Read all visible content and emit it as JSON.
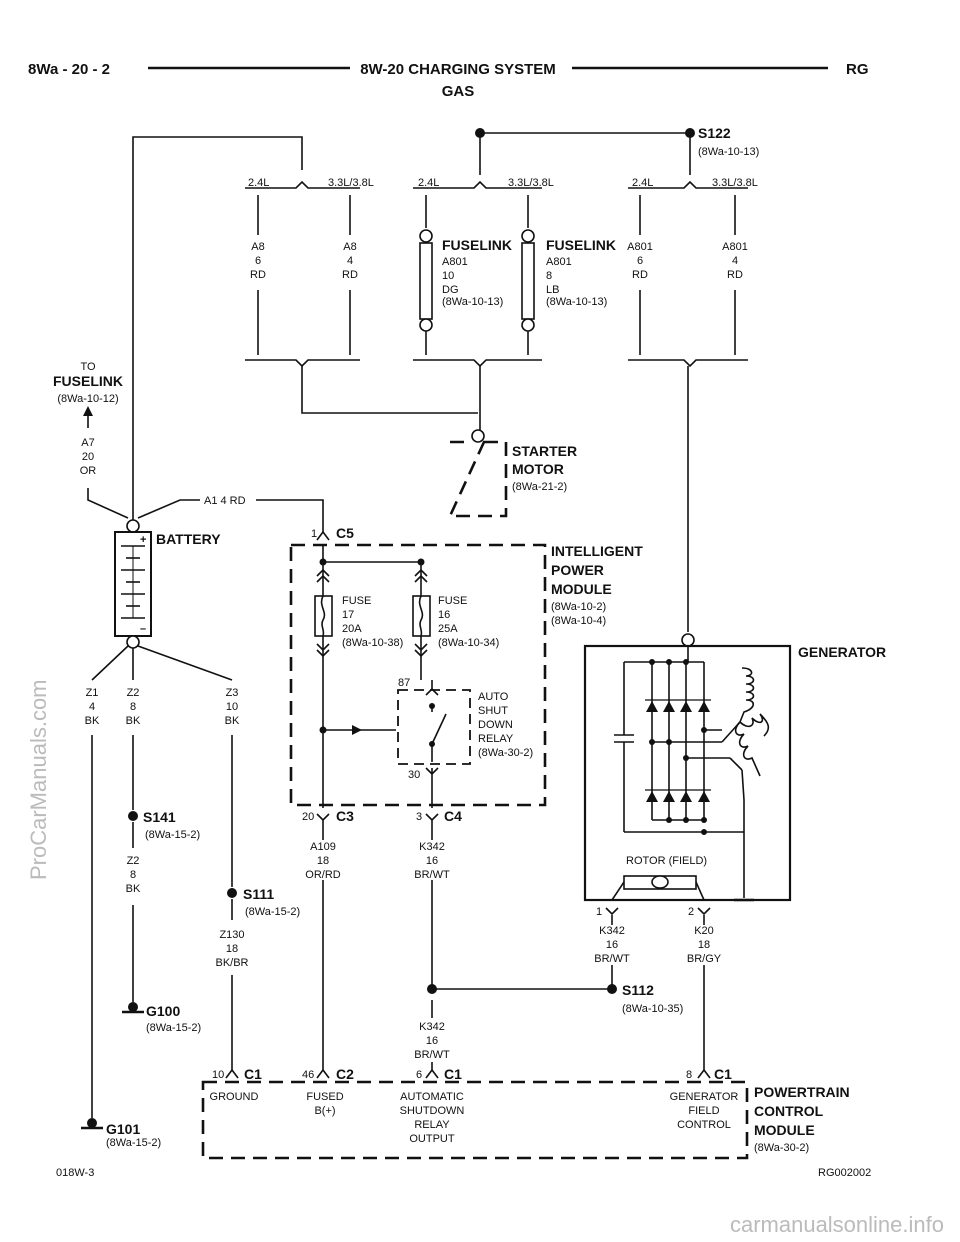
{
  "header": {
    "left": "8Wa - 20 - 2",
    "title": "8W-20 CHARGING SYSTEM",
    "subtitle": "GAS",
    "right": "RG"
  },
  "footer": {
    "left": "018W-3",
    "right": "RG002002"
  },
  "watermarks": {
    "side": "ProCarManuals.com",
    "bottom": "carmanualsonline.info"
  },
  "splices": {
    "s122": {
      "label": "S122",
      "ref": "(8Wa-10-13)"
    },
    "s141": {
      "label": "S141",
      "ref": "(8Wa-15-2)"
    },
    "s111": {
      "label": "S111",
      "ref": "(8Wa-15-2)"
    },
    "s112": {
      "label": "S112",
      "ref": "(8Wa-10-35)"
    }
  },
  "grounds": {
    "g100": {
      "label": "G100",
      "ref": "(8Wa-15-2)"
    },
    "g101": {
      "label": "G101",
      "ref": "(8Wa-15-2)"
    }
  },
  "engine_labels": {
    "l24": "2.4L",
    "l33": "3.3L/3.8L"
  },
  "wires": {
    "a8_6": [
      "A8",
      "6",
      "RD"
    ],
    "a8_4": [
      "A8",
      "4",
      "RD"
    ],
    "a801_10": [
      "A801",
      "10",
      "DG",
      "(8Wa-10-13)"
    ],
    "a801_8": [
      "A801",
      "8",
      "LB",
      "(8Wa-10-13)"
    ],
    "a801_6": [
      "A801",
      "6",
      "RD"
    ],
    "a801_4": [
      "A801",
      "4",
      "RD"
    ],
    "a7": [
      "A7",
      "20",
      "OR"
    ],
    "a1": "A1   4 RD",
    "z1": [
      "Z1",
      "4",
      "BK"
    ],
    "z2a": [
      "Z2",
      "8",
      "BK"
    ],
    "z3": [
      "Z3",
      "10",
      "BK"
    ],
    "z2b": [
      "Z2",
      "8",
      "BK"
    ],
    "z130": [
      "Z130",
      "18",
      "BK/BR"
    ],
    "a109": [
      "A109",
      "18",
      "OR/RD"
    ],
    "k342a": [
      "K342",
      "16",
      "BR/WT"
    ],
    "k342b": [
      "K342",
      "16",
      "BR/WT"
    ],
    "k342c": [
      "K342",
      "16",
      "BR/WT"
    ],
    "k20": [
      "K20",
      "18",
      "BR/GY"
    ]
  },
  "components": {
    "fuselink": "FUSELINK",
    "to_fuselink": {
      "to": "TO",
      "label": "FUSELINK",
      "ref": "(8Wa-10-12)"
    },
    "starter": {
      "line1": "STARTER",
      "line2": "MOTOR",
      "ref": "(8Wa-21-2)"
    },
    "battery": "BATTERY",
    "ipm": {
      "line1": "INTELLIGENT",
      "line2": "POWER",
      "line3": "MODULE",
      "ref1": "(8Wa-10-2)",
      "ref2": "(8Wa-10-4)"
    },
    "fuse17": [
      "FUSE",
      "17",
      "20A",
      "(8Wa-10-38)"
    ],
    "fuse16": [
      "FUSE",
      "16",
      "25A",
      "(8Wa-10-34)"
    ],
    "asd": [
      "AUTO",
      "SHUT",
      "DOWN",
      "RELAY",
      "(8Wa-30-2)"
    ],
    "generator": "GENERATOR",
    "rotor": "ROTOR (FIELD)",
    "pcm": {
      "line1": "POWERTRAIN",
      "line2": "CONTROL",
      "line3": "MODULE",
      "ref": "(8Wa-30-2)"
    }
  },
  "connectors": {
    "c5": {
      "pin": "1",
      "label": "C5"
    },
    "c3": {
      "pin": "20",
      "label": "C3"
    },
    "c4": {
      "pin": "3",
      "label": "C4"
    },
    "relay87": "87",
    "relay30": "30",
    "gen1": "1",
    "gen2": "2",
    "pcm_c1a": {
      "pin": "10",
      "label": "C1"
    },
    "pcm_c2": {
      "pin": "46",
      "label": "C2"
    },
    "pcm_c1b": {
      "pin": "6",
      "label": "C1"
    },
    "pcm_c1c": {
      "pin": "8",
      "label": "C1"
    }
  },
  "pcm_pins": {
    "ground": "GROUND",
    "fused": [
      "FUSED",
      "B(+)"
    ],
    "asd_out": [
      "AUTOMATIC",
      "SHUTDOWN",
      "RELAY",
      "OUTPUT"
    ],
    "gen_field": [
      "GENERATOR",
      "FIELD",
      "CONTROL"
    ]
  }
}
